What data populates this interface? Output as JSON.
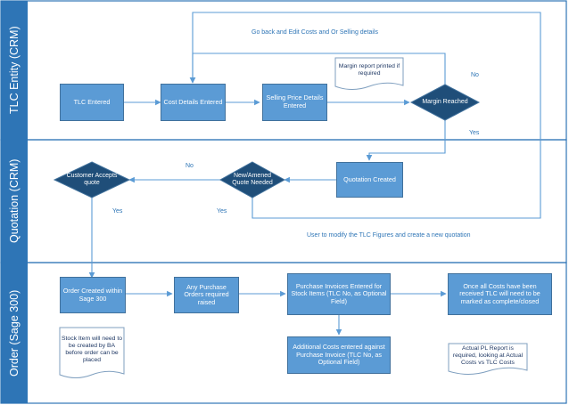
{
  "lanes": [
    {
      "label": "TLC Entity (CRM)"
    },
    {
      "label": "Quotation (CRM)"
    },
    {
      "label": "Order (Sage 300)"
    }
  ],
  "nodes": {
    "tlc_entered": "TLC Entered",
    "cost_details": "Cost Details Entered",
    "selling_price": "Selling Price Details Entered",
    "margin_reached": "Margin Reached",
    "margin_report": "Margin report printed if required",
    "quotation_created": "Quotation Created",
    "new_quote_needed": "New/Amened Quote Needed",
    "customer_accepts": "Customer Accepts quote",
    "order_created": "Order Created within Sage 300",
    "purchase_orders": "Any Purchase Orders required raised",
    "purchase_invoices": "Purchase Invoices Entered for Stock Items (TLC No, as Optional Field)",
    "additional_costs": "Additional Costs entered against Purchase Invoice (TLC No, as Optional Field)",
    "marked_complete": "Once all Costs have been received TLC will need to be marked as complete/closed",
    "stock_item_note": "Stock Item will need to be created by BA before order can be placed",
    "actual_pl_note": "Actual PL Report is required, looking at Actual Costs vs TLC Costs"
  },
  "flow_labels": {
    "go_back": "Go back and Edit Costs and Or Selling details",
    "no_margin": "No",
    "yes_margin": "Yes",
    "no_quote": "No",
    "yes_quote": "Yes",
    "yes_accept": "Yes",
    "user_modify": "User to modify the TLC Figures and create a new quotation"
  },
  "colors": {
    "box_fill": "#5b9bd5",
    "box_border": "#41719c",
    "lane_header": "#2e75b6",
    "lane_border": "#2e75b6",
    "note_fill": "#ffffff",
    "note_border": "#7f9fbf",
    "connector": "#5b9bd5"
  }
}
